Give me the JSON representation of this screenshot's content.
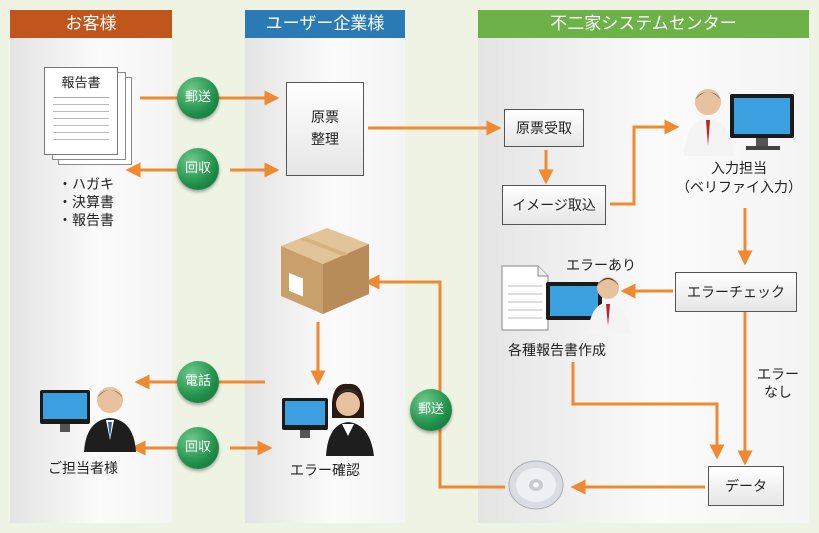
{
  "columns": {
    "customer": {
      "title": "お客様",
      "color": "#c0561c"
    },
    "user_company": {
      "title": "ユーザー企業様",
      "color": "#2a7bb5"
    },
    "fujiya": {
      "title": "不二家システムセンター",
      "color": "#6cb248"
    }
  },
  "customer": {
    "doc_title": "報告書",
    "doc_items": [
      "・ハガキ",
      "・決算書",
      "・報告書"
    ],
    "person_label": "ご担当者様"
  },
  "badges": {
    "mail_in": "郵送",
    "collect_top": "回収",
    "phone": "電話",
    "collect_bottom": "回収",
    "mail_back": "郵送"
  },
  "user_company": {
    "arrange_box": "原票\n整理",
    "error_check_person": "エラー確認"
  },
  "fujiya": {
    "receive_box": "原票受取",
    "image_box": "イメージ取込",
    "input_label_line1": "入力担当",
    "input_label_line2": "（ベリファイ入力）",
    "error_check_box": "エラーチェック",
    "error_yes": "エラーあり",
    "report_label": "各種報告書作成",
    "error_no": "エラー\nなし",
    "data_box": "データ"
  },
  "colors": {
    "arrow": "#f08a30",
    "badge": "#1f8f4a"
  }
}
